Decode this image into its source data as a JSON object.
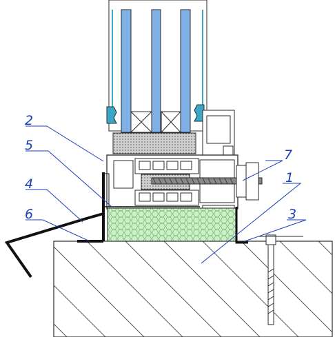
{
  "callouts": [
    {
      "id": "1",
      "label": "1"
    },
    {
      "id": "2",
      "label": "2"
    },
    {
      "id": "3",
      "label": "3"
    },
    {
      "id": "4",
      "label": "4"
    },
    {
      "id": "5",
      "label": "5"
    },
    {
      "id": "6",
      "label": "6"
    },
    {
      "id": "7",
      "label": "7"
    }
  ],
  "colors": {
    "glass": "#7fb0e6",
    "seal": "#3aa6c8",
    "foam": "#c9f2c4",
    "callout": "#1a3fb8",
    "outline": "#2a2a2a"
  }
}
